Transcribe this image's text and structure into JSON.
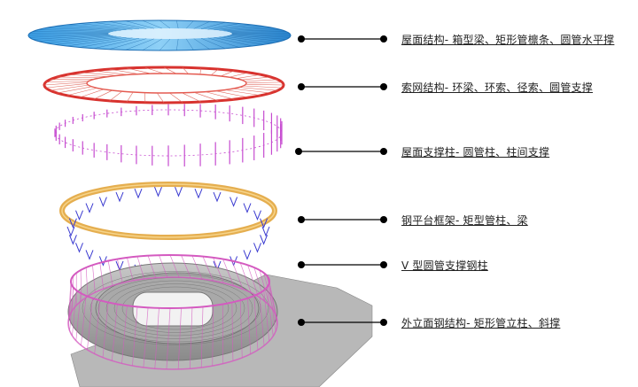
{
  "layers": [
    {
      "label": "屋面结构- 箱型梁、矩形管檩条、圆管水平撑"
    },
    {
      "label": "索网结构- 环梁、环索、径索、圆管支撑"
    },
    {
      "label": "屋面支撑柱- 圆管柱、柱间支撑"
    },
    {
      "label": "钢平台框架- 矩型管柱、梁"
    },
    {
      "label": "V 型圆管支撑钢柱"
    },
    {
      "label": "外立面钢结构- 矩形管立柱、斜撑"
    }
  ],
  "colors": {
    "roof": "#2a8fd6",
    "cable_net": "#d8322e",
    "columns": "#c64bd0",
    "platform": "#e0a030",
    "v_columns": "#3a3ad0",
    "facade": "#d45ac0",
    "concrete": "#9e9e9e",
    "leader": "#000000"
  }
}
